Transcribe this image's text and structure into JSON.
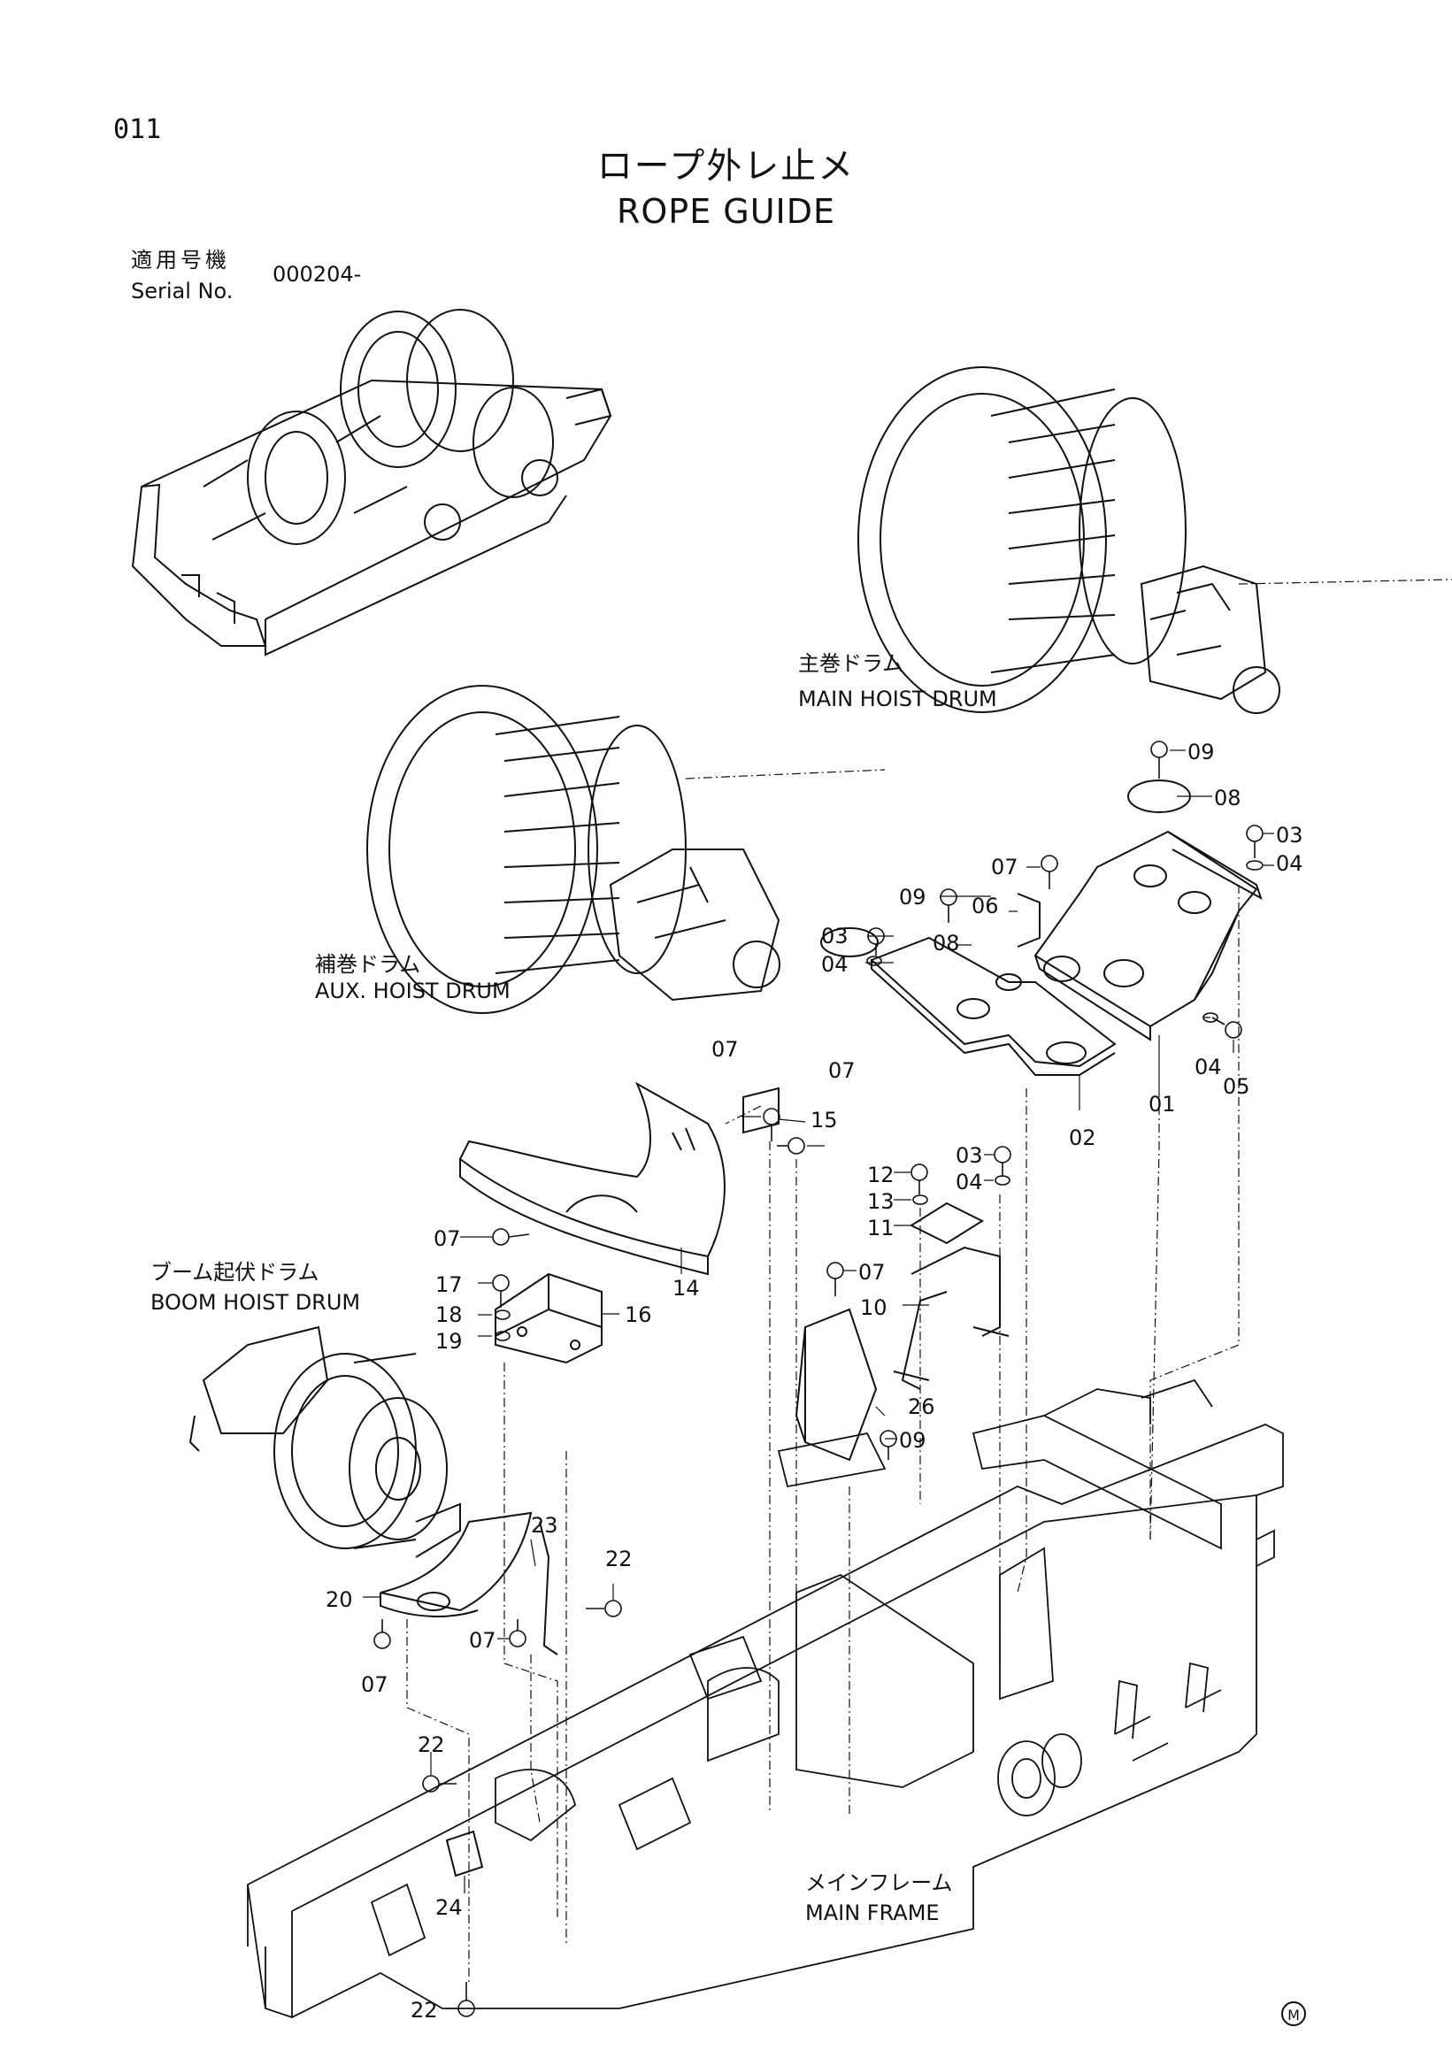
{
  "header": {
    "page_number": "011",
    "title_jp": "ロープ外レ止メ",
    "title_en": "ROPE GUIDE"
  },
  "serial": {
    "label_jp": "適用号機",
    "label_en": "Serial No.",
    "value": "000204-"
  },
  "assemblies": {
    "main_hoist_jp": "主巻ドラム",
    "main_hoist_en": "MAIN HOIST DRUM",
    "aux_hoist_jp": "補巻ドラム",
    "aux_hoist_en": "AUX. HOIST DRUM",
    "boom_hoist_jp": "ブーム起伏ドラム",
    "boom_hoist_en": "BOOM HOIST DRUM",
    "main_frame_jp": "メインフレーム",
    "main_frame_en": "MAIN FRAME"
  },
  "part_labels": [
    "09",
    "08",
    "03",
    "04",
    "07",
    "06",
    "09",
    "08",
    "03",
    "04",
    "04",
    "05",
    "01",
    "02",
    "07",
    "07",
    "15",
    "14",
    "07",
    "16",
    "17",
    "18",
    "19",
    "12",
    "13",
    "11",
    "03",
    "04",
    "07",
    "10",
    "26",
    "09",
    "23",
    "22",
    "20",
    "07",
    "07",
    "22",
    "24",
    "22"
  ],
  "maker_mark": "M"
}
